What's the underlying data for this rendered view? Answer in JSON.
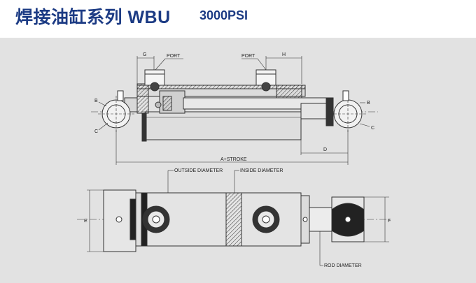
{
  "header": {
    "title": "焊接油缸系列 WBU",
    "pressure": "3000PSI"
  },
  "colors": {
    "title": "#1c3b84",
    "panel": "#e2e2e2",
    "line": "#333333"
  },
  "labels": {
    "g": "G",
    "port_left": "PORT",
    "port_right": "PORT",
    "h": "H",
    "b_left": "B",
    "c_left": "C",
    "b_right": "B",
    "c_right": "C",
    "d": "D",
    "a_stroke": "A+STROKE",
    "outside_diameter": "OUTSIDE DIAMETER",
    "inside_diameter": "INSIDE DIAMETER",
    "e": "E",
    "f": "F",
    "rod_diameter": "ROD DIAMETER"
  }
}
